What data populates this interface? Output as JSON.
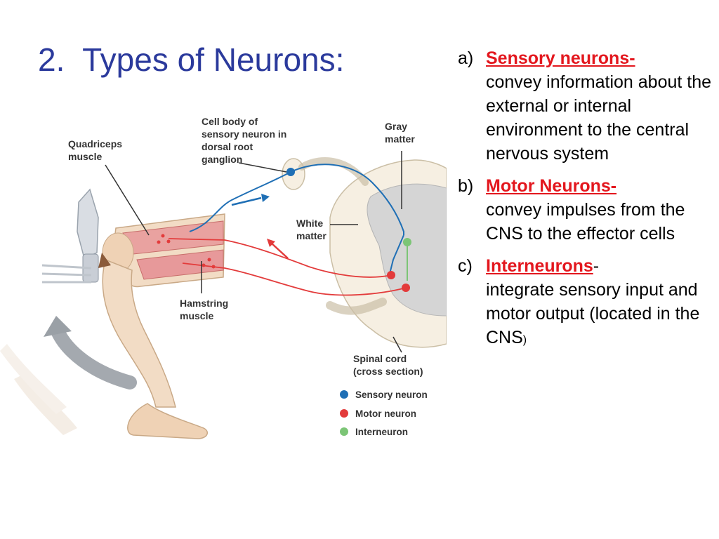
{
  "slide": {
    "title": "2.  Types of Neurons:"
  },
  "diagram": {
    "labels": {
      "cell_body_1": "Cell body of",
      "cell_body_2": "sensory neuron in",
      "cell_body_3": "dorsal root",
      "cell_body_4": "ganglion",
      "gray_1": "Gray",
      "gray_2": "matter",
      "quad_1": "Quadriceps",
      "quad_2": "muscle",
      "white_1": "White",
      "white_2": "matter",
      "ham_1": "Hamstring",
      "ham_2": "muscle",
      "spinal_1": "Spinal cord",
      "spinal_2": "(cross section)"
    },
    "legend": [
      {
        "label": "Sensory neuron",
        "color": "#1f6fb5"
      },
      {
        "label": "Motor neuron",
        "color": "#e33b3b"
      },
      {
        "label": "Interneuron",
        "color": "#7cc576"
      }
    ]
  },
  "definitions": [
    {
      "marker": "a)",
      "term": "Sensory neurons-",
      "dash": "",
      "text": "convey information about the external or internal environment to the central nervous system",
      "closer": ""
    },
    {
      "marker": "b)",
      "term": "Motor Neurons-",
      "dash": "",
      "text": "convey impulses from the CNS to the effector cells",
      "closer": ""
    },
    {
      "marker": "c)",
      "term": "Interneurons",
      "dash": "-",
      "text": "integrate sensory input and motor output (located in the CNS",
      "closer": ")"
    }
  ],
  "colors": {
    "title": "#2b3a9c",
    "term": "#e3171e",
    "sensory": "#1f6fb5",
    "motor": "#e33b3b",
    "interneuron": "#7cc576"
  }
}
